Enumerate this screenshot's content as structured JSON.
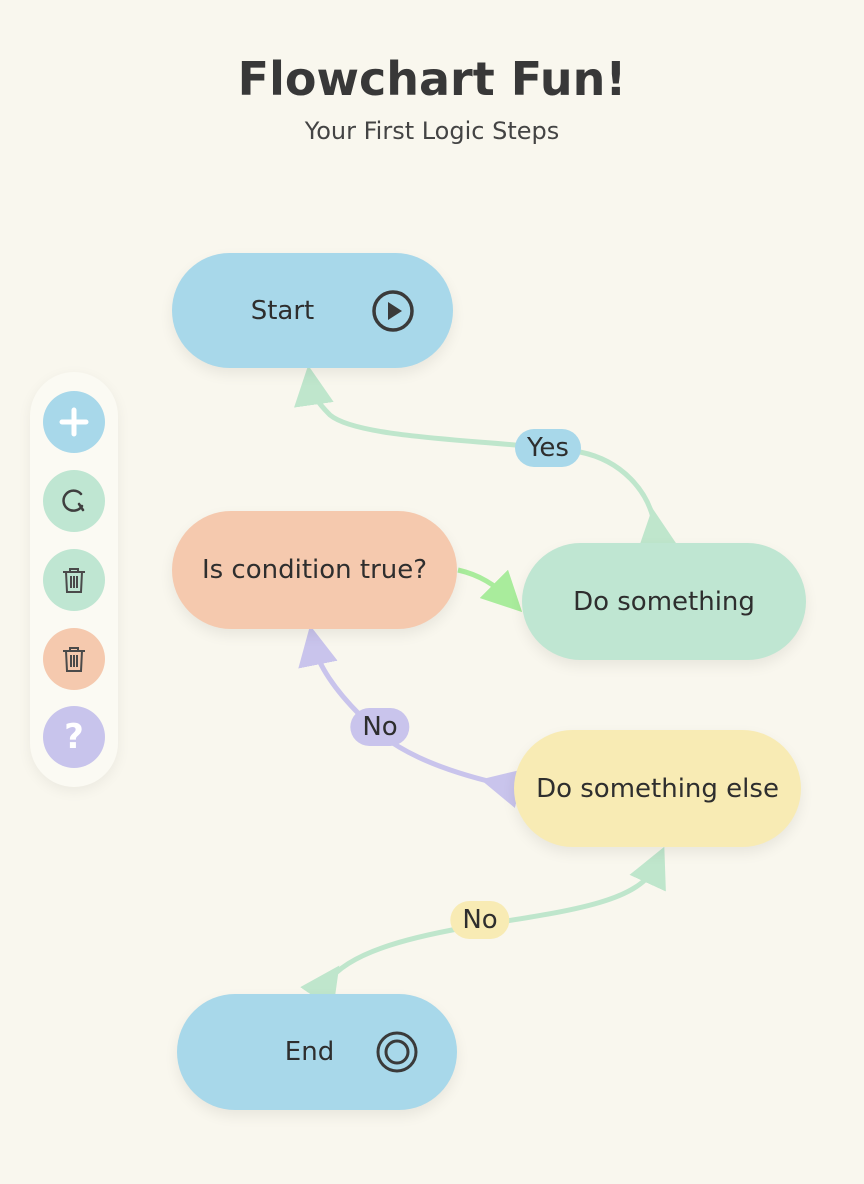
{
  "header": {
    "title": "Flowchart Fun!",
    "subtitle": "Your First Logic Steps"
  },
  "nodes": {
    "start": {
      "label": "Start",
      "icon": "play-icon",
      "color": "#a8d8ea"
    },
    "condition": {
      "label": "Is condition true?",
      "color": "#f5c9ae"
    },
    "do_something": {
      "label": "Do something",
      "color": "#bfe6d2"
    },
    "do_else": {
      "label": "Do something else",
      "color": "#f8ebb4"
    },
    "end": {
      "label": "End",
      "icon": "stop-icon",
      "color": "#a8d8ea"
    }
  },
  "edge_labels": {
    "yes": "Yes",
    "no1": "No",
    "no2": "No"
  },
  "toolbar": [
    {
      "name": "add",
      "icon": "plus-icon",
      "color": "#a8d8ea"
    },
    {
      "name": "redo",
      "icon": "refresh-icon",
      "color": "#bfe6d2"
    },
    {
      "name": "delete",
      "icon": "trash-icon",
      "color": "#bfe6d2"
    },
    {
      "name": "delete-alt",
      "icon": "trash-icon",
      "color": "#f5c9ae"
    },
    {
      "name": "help",
      "icon": "question-icon",
      "color": "#c8c4ec"
    }
  ]
}
